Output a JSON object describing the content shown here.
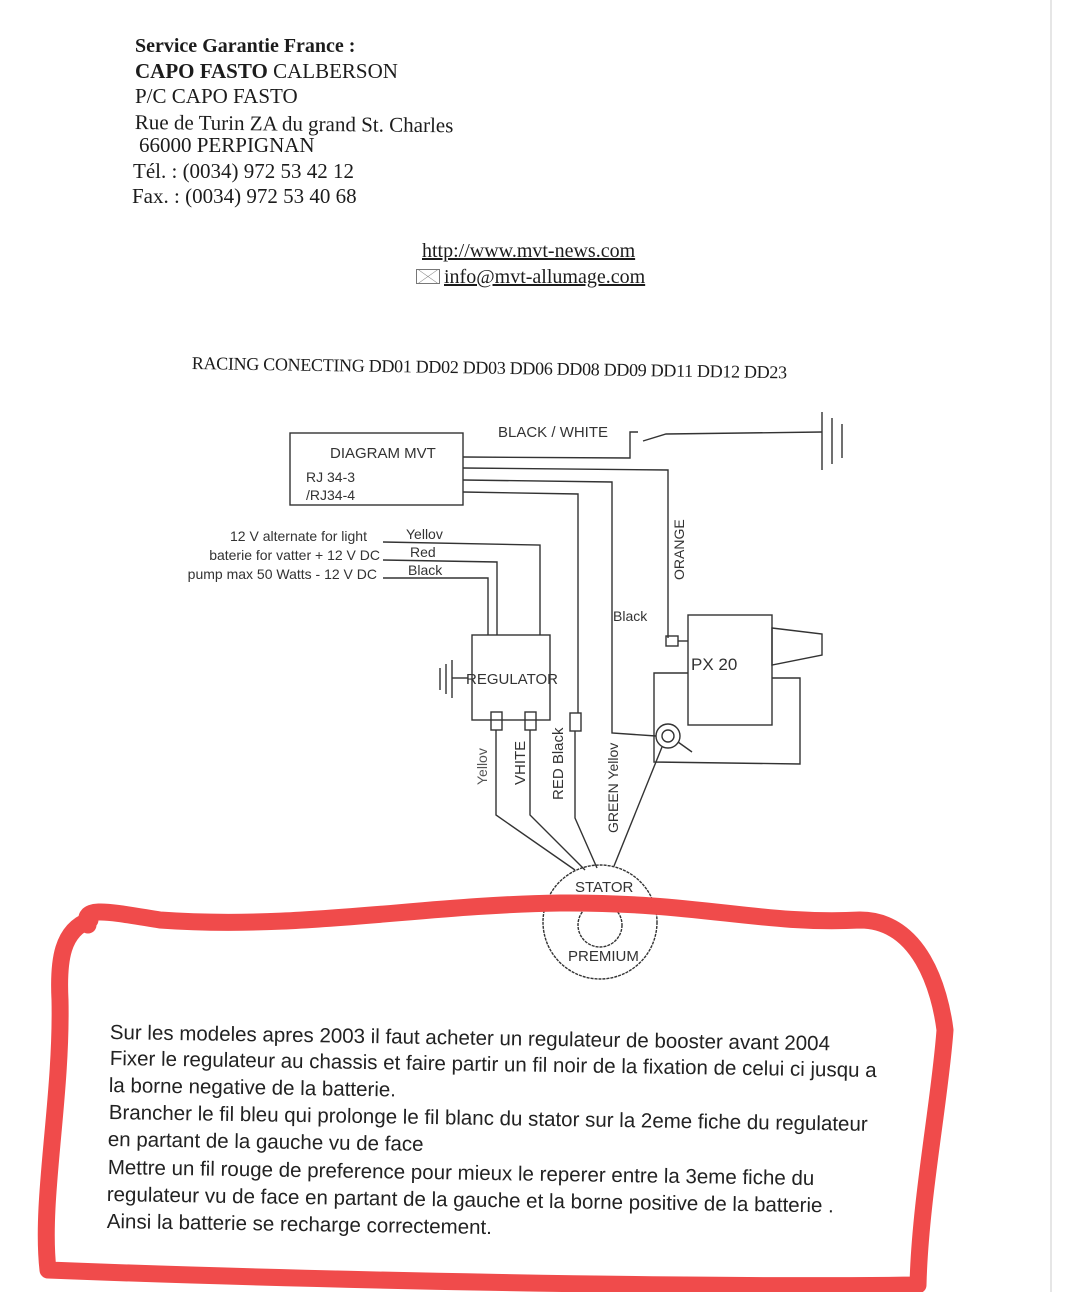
{
  "header": {
    "lines": [
      "Service Garantie France :",
      "CAPO FASTO",
      "CALBERSON",
      "P/C CAPO FASTO",
      "Rue de Turin ZA du grand St. Charles",
      "66000 PERPIGNAN",
      "Tél. : (0034) 972 53 42 12",
      "Fax. : (0034) 972 53 40 68"
    ]
  },
  "links": {
    "website": "http://www.mvt-news.com",
    "email": "info@mvt-allumage.com",
    "email_icon": "envelope-icon"
  },
  "diagram": {
    "title": "RACING CONECTING DD01 DD02 DD03 DD06 DD08 DD09 DD11 DD12 DD23",
    "box_title": "DIAGRAM MVT",
    "box_line1": "RJ  34-3",
    "box_line2": "/RJ34-4",
    "black_white": "BLACK / WHITE",
    "orange": "ORANGE",
    "black": "Black",
    "input1": "12 V alternate for light",
    "input2": "baterie for vatter  + 12 V DC",
    "input3": "pump  max 50 Watts - 12 V DC",
    "wire_yellow": "Yellov",
    "wire_red": "Red",
    "wire_black": "Black",
    "regulator": "REGULATOR",
    "px20": "PX  20",
    "lbl_yellow": "Yellov",
    "lbl_white": "VHITE",
    "lbl_red_black": "RED Black",
    "lbl_green_yellow": "GREEN Yellov",
    "stator": "STATOR",
    "premium": "PREMIUM"
  },
  "note": {
    "lines": [
      "Sur les modeles apres 2003 il faut acheter un regulateur de booster avant 2004",
      "Fixer le regulateur au chassis et faire partir un fil noir de la fixation de celui ci jusqu a",
      "la borne negative de la batterie.",
      "Brancher le fil bleu qui prolonge le fil blanc du stator sur la 2eme fiche du regulateur",
      "en partant de la gauche vu de face",
      "Mettre un fil rouge de preference pour mieux le reperer entre la 3eme fiche du",
      "regulateur vu de face en partant de la gauche et la borne positive de la batterie .",
      "Ainsi la batterie se recharge correctement."
    ],
    "highlight_color": "#f04b4b"
  }
}
